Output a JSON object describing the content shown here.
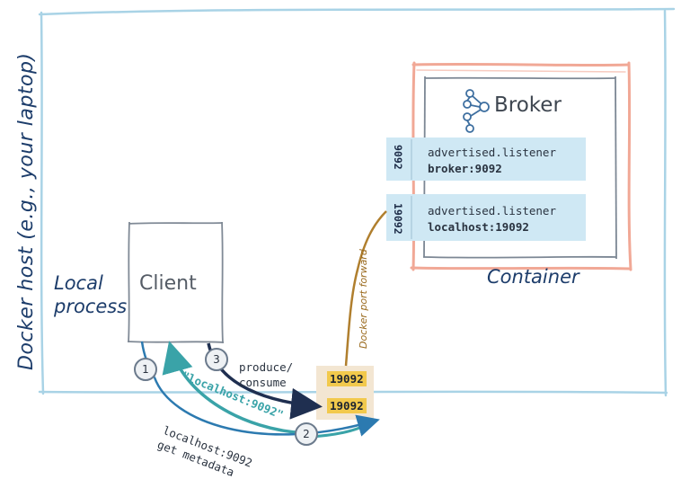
{
  "host": {
    "label": "Docker host (e.g., your laptop)"
  },
  "local_process": {
    "label": "Local\nprocess"
  },
  "client": {
    "label": "Client"
  },
  "container": {
    "label": "Container"
  },
  "broker": {
    "label": "Broker",
    "listeners": [
      {
        "port": "9092",
        "line1": "advertised.listener",
        "line2": "broker:9092"
      },
      {
        "port": "19092",
        "line1": "advertised.listener",
        "line2": "localhost:19092"
      }
    ]
  },
  "port_forward": {
    "label": "Docker port forward",
    "ports": [
      "19092",
      "19092"
    ]
  },
  "steps": [
    {
      "number": "1",
      "label": "localhost:9092\nget metadata"
    },
    {
      "number": "2",
      "label": "\"localhost:9092\""
    },
    {
      "number": "3",
      "label": "produce/\nconsume"
    }
  ],
  "colors": {
    "host_border": "#a9d3e6",
    "container_border": "#f1a896",
    "listener_fill": "#cfe8f4",
    "forward_fill": "#f3e6d2",
    "port_highlight": "#f2c94c",
    "label_text": "#1d3d6b",
    "arrow_navy": "#1f2f50",
    "arrow_teal": "#3aa3a8",
    "arrow_blue": "#2c7ab0",
    "forward_line": "#b07f2e"
  }
}
